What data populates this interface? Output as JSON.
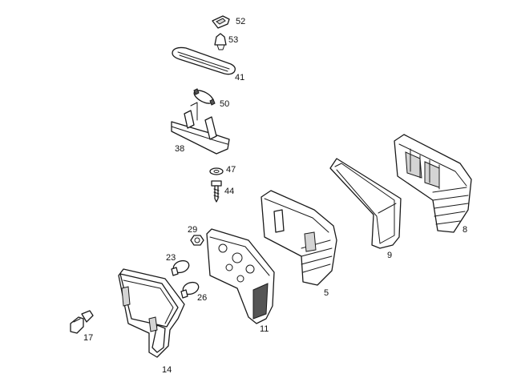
{
  "callouts": {
    "p52": "52",
    "p53": "53",
    "p41": "41",
    "p50": "50",
    "p38": "38",
    "p47": "47",
    "p44": "44",
    "p29": "29",
    "p23": "23",
    "p26": "26",
    "p17": "17",
    "p14": "14",
    "p11": "11",
    "p5": "5",
    "p9": "9",
    "p8": "8"
  },
  "colors": {
    "line": "#1a1a1a",
    "background": "#ffffff",
    "shade": "#d4d4d4"
  }
}
